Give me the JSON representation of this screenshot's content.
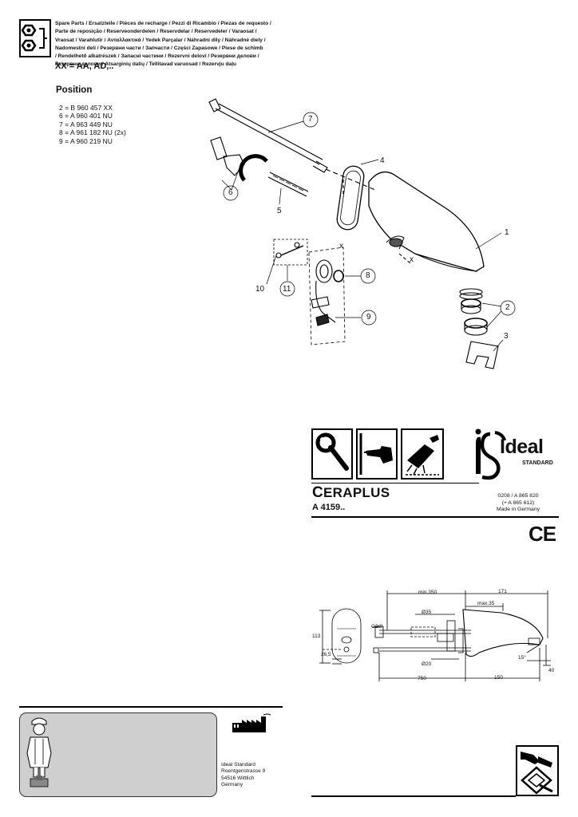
{
  "spare_parts_header": [
    "Spare Parts / Ersatzteile / Pièces de recharge / Pezzi di Ricambio / Piezas de requesto /",
    "Parte de reposição / Reserveonderdelen / Reservdelar / Reservedeler / Varaosat /",
    "Vraosat / Varahlutir / Ανταλλακτικά / Yedek Parçalar / Náhradní díly / Náhradné diely /",
    "Nadomestni deli / Резервни части / Запчасти / Części Zapasowe / Piese de schimb",
    "/ Rendelhető alkatrészek / Запасні частини / Rezervni delovi / Резервни делови /",
    "Резервни делови / Atsarginių dalių / Tellitavad varuosad / Rezervju daļu"
  ],
  "variant_note": "XX = AA, AD,..",
  "position": {
    "title": "Position",
    "items": [
      "2 = B 960 457 XX",
      "6 = A 960 401 NU",
      "7 = A 963 449 NU",
      "8 = A 961 182 NU (2x)",
      "9 = A 960 219 NU"
    ]
  },
  "callouts": {
    "c1": "1",
    "c2": "2",
    "c3": "3",
    "c4": "4",
    "c5": "5",
    "c6": "6",
    "c7": "7",
    "c8": "8",
    "c9": "9",
    "c10": "10",
    "c11": "11",
    "x1": "x",
    "x2": "x"
  },
  "brand": {
    "logo_word": "Ideal",
    "logo_sub": "STANDARD",
    "product_initial": "C",
    "product_rest": "ERAPLUS",
    "product_code": "A 4159..",
    "doc_info": [
      "0208 / A 865 820",
      "(+ A 865 612)",
      "Made in Germany"
    ],
    "ce_mark": "CE"
  },
  "dimensions": {
    "min350": "min.350",
    "d171": "171",
    "max35": "max.35",
    "d35": "Ø35",
    "g38": "G3/8",
    "d113": "113",
    "d265": "26,5",
    "d20": "Ø20",
    "deg15": "15°",
    "d40": "40",
    "d750": "750",
    "d150": "150"
  },
  "address": [
    "Ideal Standard",
    "Roentgenstrasse 9",
    "54516 Wittlich",
    "Germany"
  ],
  "icons": [
    "spare-parts-icon",
    "wrench-icon",
    "pointing-hand-icon",
    "cleaning-icon",
    "factory-icon",
    "worker-icon",
    "handover-icon"
  ]
}
